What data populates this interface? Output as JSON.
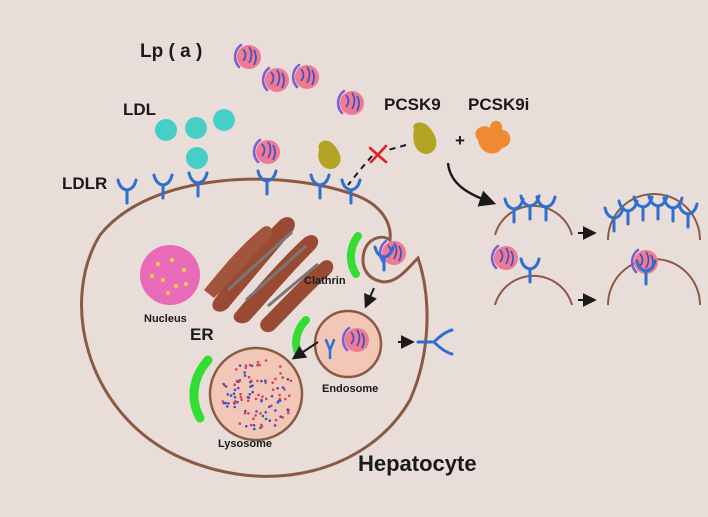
{
  "labels": {
    "lpa": "Lp ( a )",
    "ldl": "LDL",
    "ldlr": "LDLR",
    "pcsk9": "PCSK9",
    "pcsk9i": "PCSK9i",
    "plus": "+",
    "nucleus": "Nucleus",
    "er": "ER",
    "clathrin": "Clathrin",
    "endosome": "Endosome",
    "lysosome": "Lysosome",
    "hepatocyte": "Hepatocyte"
  },
  "colors": {
    "background": "#e8ddd9",
    "membrane": "#8a5a44",
    "receptor": "#2f6fd0",
    "ldl": "#46cfc6",
    "lpa_core": "#f07a90",
    "lpa_ring": "#7b5fd6",
    "pcsk9": "#b4a423",
    "pcsk9i": "#f08a32",
    "clathrin": "#33dd33",
    "nucleus": "#e86ab8",
    "er": "#9a4a32",
    "lysosome_fill": "#f1c8b8",
    "inhibit_mark": "#e02020"
  }
}
